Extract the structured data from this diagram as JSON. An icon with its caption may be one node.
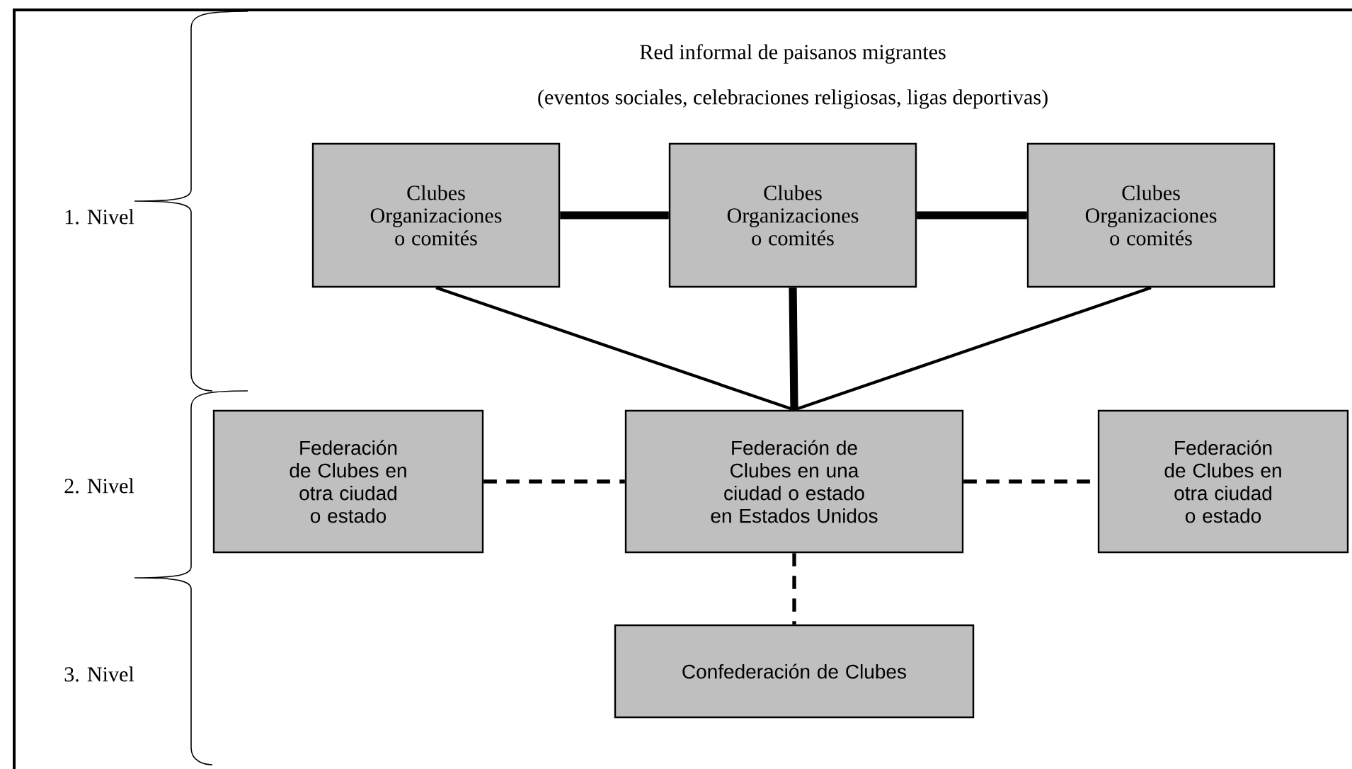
{
  "diagram": {
    "nodes": [
      {
        "text": [
          "Clubes Organizaciones o comités"
        ]
      },
      {
        "text": [
          "Clubes Organizaciones o comités"
        ]
      },
      {
        "text": [
          "Clubes Organizaciones o comités"
        ]
      },
      {
        "text": [
          "Federación de Clubes en otra ciudad o estado"
        ]
      },
      {
        "text": [
          "Federación de Clubes en una ciudad o estado en Estados Unidos"
        ]
      },
      {
        "text": [
          "Federación de Clubes en otra ciudad o estado"
        ]
      },
      {
        "text": [
          "Confederación de Clubes"
        ]
      }
    ],
    "edges": [
      {
        "from": 0,
        "to": 1,
        "arrow": "none",
        "style": "thick"
      },
      {
        "from": 1,
        "to": 2,
        "arrow": "none",
        "style": "thick"
      },
      {
        "from": 0,
        "to": 4,
        "arrow": "none"
      },
      {
        "from": 1,
        "to": 4,
        "arrow": "none",
        "style": "thick"
      },
      {
        "from": 2,
        "to": 4,
        "arrow": "none"
      },
      {
        "from": 3,
        "to": 4,
        "arrow": "none",
        "style": "dashed"
      },
      {
        "from": 4,
        "to": 5,
        "arrow": "none",
        "style": "dashed"
      },
      {
        "from": 4,
        "to": 6,
        "arrow": "none",
        "style": "dashed"
      }
    ],
    "labels": [
      "Red informal de paisanos migrantes",
      "(eventos sociales, celebraciones religiosas, ligas deportivas)",
      "1. Nivel",
      "2. Nivel",
      "3. Nivel"
    ]
  }
}
